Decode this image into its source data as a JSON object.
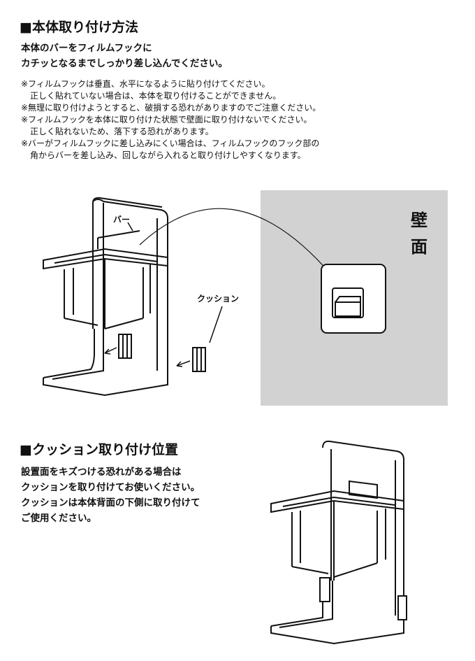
{
  "section1": {
    "title": "■本体取り付け方法",
    "instruction": [
      "本体のバーをフィルムフックに",
      "カチッとなるまでしっかり差し込んでください。"
    ],
    "notes": [
      "※フィルムフックは垂直、水平になるように貼り付けてください。",
      "正しく貼れていない場合は、本体を取り付けることができません。",
      "※無理に取り付けようとすると、破損する恐れがありますのでご注意ください。",
      "※フィルムフックを本体に取り付けた状態で壁面に取り付けないでください。",
      "正しく貼れないため、落下する恐れがあります。",
      "※バーがフィルムフックに差し込みにくい場合は、フィルムフックのフック部の",
      "角からバーを差し込み、回しながら入れると取り付けしやすくなります。"
    ],
    "diagram": {
      "bar_label": "バー",
      "cushion_label": "クッション",
      "wall_label_1": "壁",
      "wall_label_2": "面",
      "wall_color": "#d2d2d2"
    }
  },
  "section2": {
    "title": "■クッション取り付け位置",
    "instruction": [
      "設置面をキズつける恐れがある場合は",
      "クッションを取り付けてお使いください。",
      "クッションは本体背面の下側に取り付けて",
      "ご使用ください。"
    ]
  }
}
